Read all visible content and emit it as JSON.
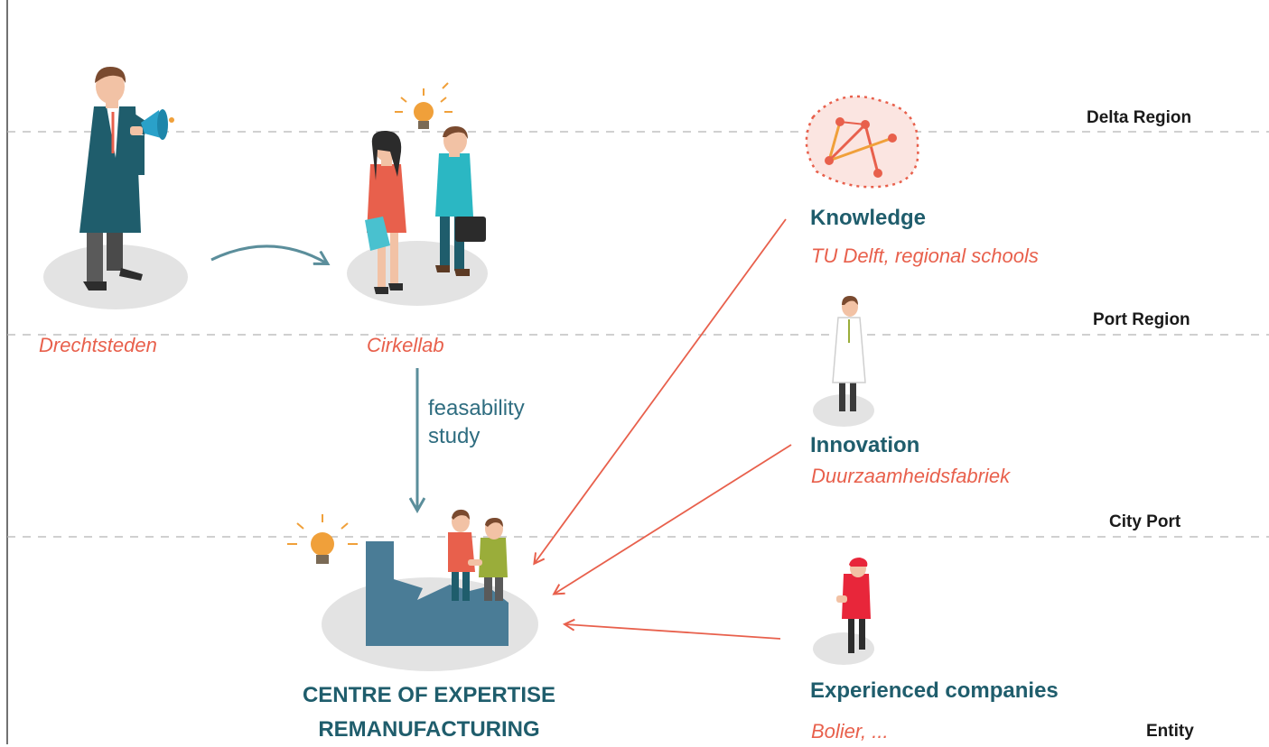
{
  "regions": {
    "delta": "Delta Region",
    "port": "Port Region",
    "city": "City Port",
    "entity": "Entity"
  },
  "actors": {
    "drechtsteden": "Drechtsteden",
    "cirkellab": "Cirkellab"
  },
  "study": {
    "line1": "feasability",
    "line2": "study"
  },
  "centre": {
    "line1": "CENTRE OF EXPERTISE",
    "line2": "REMANUFACTURING"
  },
  "contributors": {
    "knowledge": {
      "title": "Knowledge",
      "detail": "TU Delft, regional schools"
    },
    "innovation": {
      "title": "Innovation",
      "detail": "Duurzaamheidsfabriek"
    },
    "companies": {
      "title": "Experienced companies",
      "detail": "Bolier, ..."
    }
  },
  "colors": {
    "teal": "#1f5d6c",
    "arrow_teal": "#5b8e9b",
    "red": "#e8604c",
    "ground": "#e3e3e3",
    "factory": "#4a7c96"
  }
}
